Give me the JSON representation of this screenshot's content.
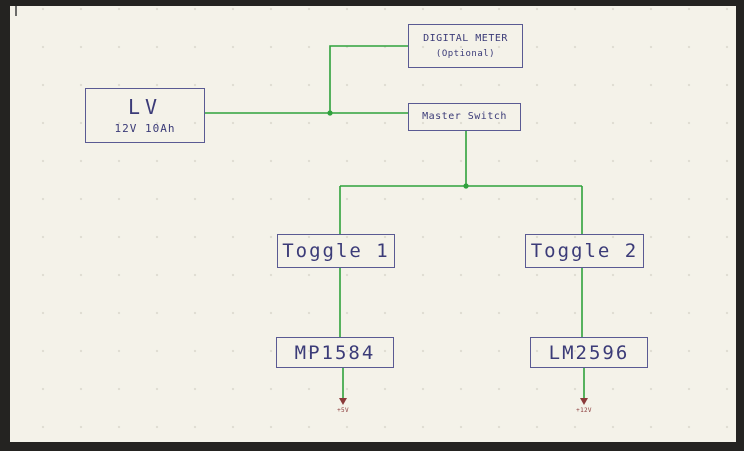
{
  "colors": {
    "sheet_bg": "#f4f2e9",
    "frame": "#242321",
    "box_border": "#5a5a93",
    "box_text": "#3b3b78",
    "wire_green": "#2fa13c",
    "power_red": "#8a3a3a"
  },
  "diagram": {
    "blocks": {
      "digital_meter": {
        "title": "DIGITAL METER",
        "subtitle": "(Optional)"
      },
      "battery": {
        "title": "LV",
        "subtitle": "12V 10Ah"
      },
      "master_switch": {
        "title": "Master Switch"
      },
      "toggle_1": {
        "title": "Toggle 1"
      },
      "toggle_2": {
        "title": "Toggle 2"
      },
      "buck_mp1584": {
        "title": "MP1584"
      },
      "buck_lm2596": {
        "title": "LM2596"
      }
    },
    "power_outputs": {
      "out_5v": {
        "label": "+5V"
      },
      "out_12v": {
        "label": "+12V"
      }
    }
  }
}
